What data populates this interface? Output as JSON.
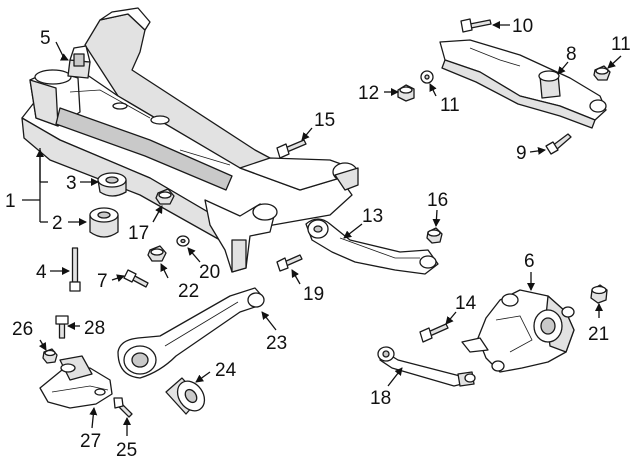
{
  "callouts": [
    {
      "id": "1",
      "text": "1"
    },
    {
      "id": "2",
      "text": "2"
    },
    {
      "id": "3",
      "text": "3"
    },
    {
      "id": "4",
      "text": "4"
    },
    {
      "id": "5",
      "text": "5"
    },
    {
      "id": "6",
      "text": "6"
    },
    {
      "id": "7",
      "text": "7"
    },
    {
      "id": "8",
      "text": "8"
    },
    {
      "id": "9",
      "text": "9"
    },
    {
      "id": "10",
      "text": "10"
    },
    {
      "id": "11a",
      "text": "11"
    },
    {
      "id": "11b",
      "text": "11"
    },
    {
      "id": "12",
      "text": "12"
    },
    {
      "id": "13",
      "text": "13"
    },
    {
      "id": "14",
      "text": "14"
    },
    {
      "id": "15",
      "text": "15"
    },
    {
      "id": "16",
      "text": "16"
    },
    {
      "id": "17",
      "text": "17"
    },
    {
      "id": "18",
      "text": "18"
    },
    {
      "id": "19",
      "text": "19"
    },
    {
      "id": "20",
      "text": "20"
    },
    {
      "id": "21",
      "text": "21"
    },
    {
      "id": "22",
      "text": "22"
    },
    {
      "id": "23",
      "text": "23"
    },
    {
      "id": "24",
      "text": "24"
    },
    {
      "id": "25",
      "text": "25"
    },
    {
      "id": "26",
      "text": "26"
    },
    {
      "id": "27",
      "text": "27"
    },
    {
      "id": "28",
      "text": "28"
    }
  ]
}
